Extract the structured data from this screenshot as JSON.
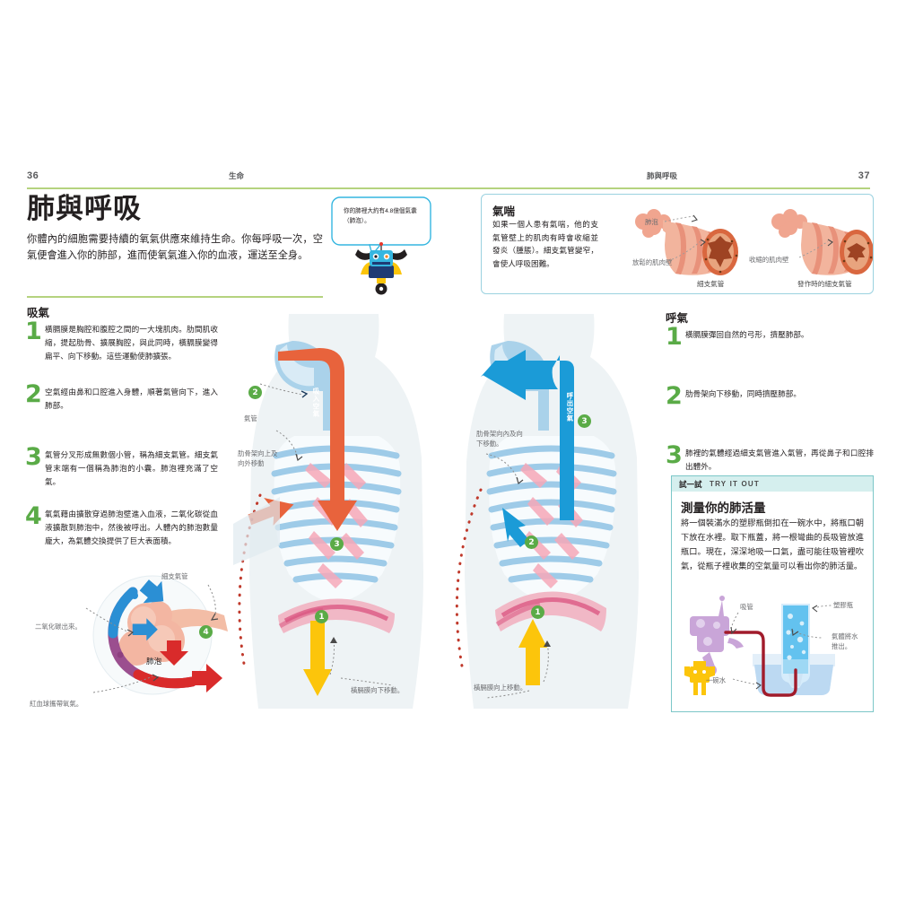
{
  "runhead": {
    "left_folio": "36",
    "left_section": "生命",
    "right_section": "肺與呼吸",
    "right_folio": "37"
  },
  "left_page": {
    "title": "肺與呼吸",
    "intro": "你體內的細胞需要持續的氧氣供應來維持生命。你每呼吸一次，空氣便會進入你的肺部，進而使氧氣進入你的血液，運送至全身。",
    "speech_bubble": "你的肺裡大約有4.8億個氣囊（肺泡）。",
    "inhale_heading": "吸氣",
    "inhale_steps": [
      {
        "num": "1",
        "text": "橫膈膜是胸腔和腹腔之間的一大塊肌肉。肋間肌收縮，提起肋骨、擴展胸腔，與此同時，橫膈膜變得扁平、向下移動。這些運動使肺擴張。"
      },
      {
        "num": "2",
        "text": "空氣經由鼻和口腔進入身體，順著氣管向下，進入肺部。"
      },
      {
        "num": "3",
        "text": "氣管分叉形成無數個小管，稱為細支氣管。細支氣管末端有一個稱為肺泡的小囊。肺泡裡充滿了空氣。"
      },
      {
        "num": "4",
        "text": "氧氣藉由擴散穿過肺泡壁進入血液，二氧化碳從血液擴散到肺泡中，然後被呼出。人體內的肺泡數量龐大，為氣體交換提供了巨大表面積。"
      }
    ],
    "diagram_labels": {
      "trachea": "氣管",
      "ribcage": "肋骨架向上及\n向外移動",
      "airflow_vertical": "吸入空氣",
      "diaphragm_down": "橫膈膜向下移動。"
    },
    "alveolus_labels": {
      "bronchiole": "細支氣管",
      "co2_out": "二氧化碳出來。",
      "alveolus": "肺泡",
      "rbc": "紅血球攜帶氧氣。",
      "badge": "4"
    }
  },
  "right_page": {
    "asthma": {
      "heading": "氣喘",
      "body": "如果一個人患有氣喘，他的支氣管壁上的肌肉有時會收縮並發炎（腫脹）。細支氣管變窄，會使人呼吸困難。",
      "labels": {
        "alveoli": "肺泡",
        "relaxed_muscle": "放鬆的肌肉壁",
        "contracted_muscle": "收縮的肌肉壁",
        "normal_caption": "細支氣管",
        "attack_caption": "發作時的細支氣管"
      }
    },
    "exhale_heading": "呼氣",
    "exhale_steps": [
      {
        "num": "1",
        "text": "橫膈膜彈回自然的弓形，擠壓肺部。"
      },
      {
        "num": "2",
        "text": "肋骨架向下移動，同時擠壓肺部。"
      },
      {
        "num": "3",
        "text": "肺裡的氣體經過細支氣管進入氣管，再從鼻子和口腔排出體外。"
      }
    ],
    "diagram_labels": {
      "ribcage": "肋骨架向內及向\n下移動。",
      "airflow_vertical": "呼出空氣",
      "diaphragm_up": "橫膈膜向上移動。"
    },
    "tryout": {
      "tag_zh": "試一試",
      "tag_en": "TRY IT OUT",
      "heading": "測量你的肺活量",
      "body": "將一個裝滿水的塑膠瓶倒扣在一碗水中，將瓶口朝下放在水裡。取下瓶蓋，將一根彎曲的長吸管放進瓶口。現在，深深地吸一口氣，盡可能往吸管裡吹氣，從瓶子裡收集的空氣量可以看出你的肺活量。",
      "labels": {
        "straw": "吸管",
        "bottle": "塑膠瓶",
        "gas_pushes_water": "氣體將水\n推出。",
        "bowl_of_water": "一碗水"
      }
    }
  },
  "colors": {
    "green_rule": "#b5d37f",
    "green_number": "#5aab47",
    "inhale_orange": "#e8633c",
    "exhale_blue": "#1b9bd7",
    "diaphragm_yellow": "#fcc50b",
    "asthma_border": "#9bd2e0",
    "tryout_border": "#7cc7c8",
    "tryout_tag_bg": "#d5efee",
    "body_grey": "#e9eff2",
    "rib_blue": "#9ecbe8",
    "lung_pink": "#f6b8c4"
  }
}
